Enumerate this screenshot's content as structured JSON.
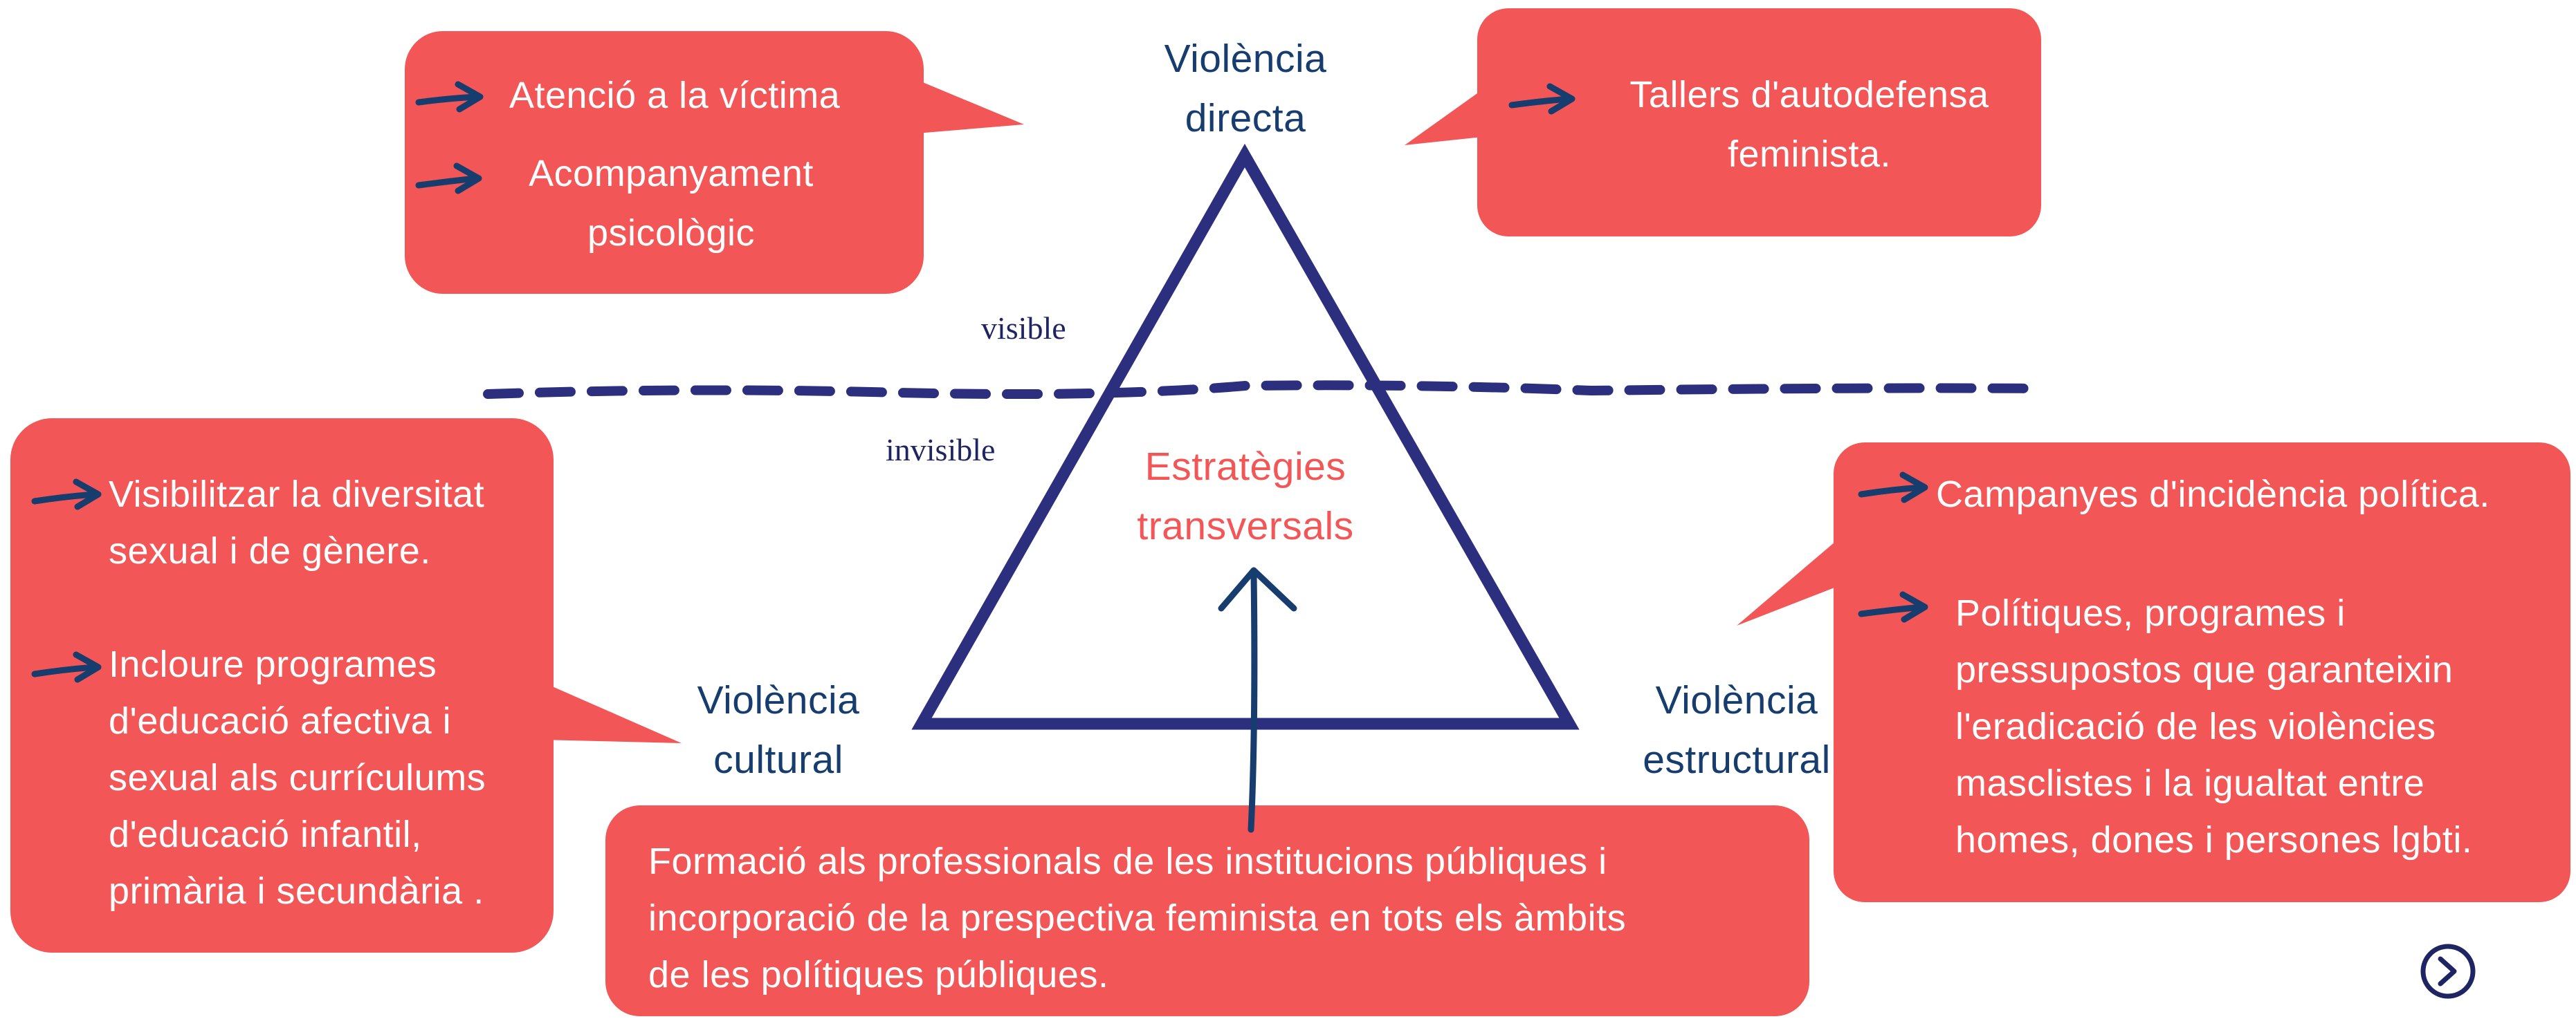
{
  "colors": {
    "bubble": "#f25656",
    "navy": "#163d6e",
    "dark_navy": "#2b2f7e",
    "label_navy": "#1f2462",
    "accent_text": "#f25656",
    "text_on_bubble": "#ffffff"
  },
  "pyramid": {
    "top": "Violència\ndirecta",
    "left": "Violència\ncultural",
    "right": "Violència\nestructural",
    "center": "Estratègies\ntransversals",
    "visible": "visible",
    "invisible": "invisible"
  },
  "bubbles": {
    "direct": {
      "item1": "Atenció a la víctima",
      "item2": "Acompanyament\npsicològic"
    },
    "selfdefense": {
      "item1": "Tallers d'autodefensa\nfeminista."
    },
    "cultural": {
      "item1": "Visibilitzar la diversitat\nsexual i de gènere.",
      "item2": "Incloure programes\nd'educació afectiva i\nsexual als currículums\nd'educació infantil,\nprimària i secundària ."
    },
    "structural": {
      "item1": "Campanyes d'incidència política.",
      "item2": "Polítiques, programes i\npressupostos que garanteixin\nl'eradicació de les violències\nmasclistes i la igualtat entre\nhomes, dones i persones lgbti."
    },
    "transversal": {
      "item1": "Formació als professionals de les institucions públiques i\nincorporació de la prespectiva feminista en tots els àmbits\nde les polítiques públiques."
    }
  },
  "icons": {
    "bullet": "arrow-right-icon",
    "next": "chevron-right-circle-icon"
  }
}
